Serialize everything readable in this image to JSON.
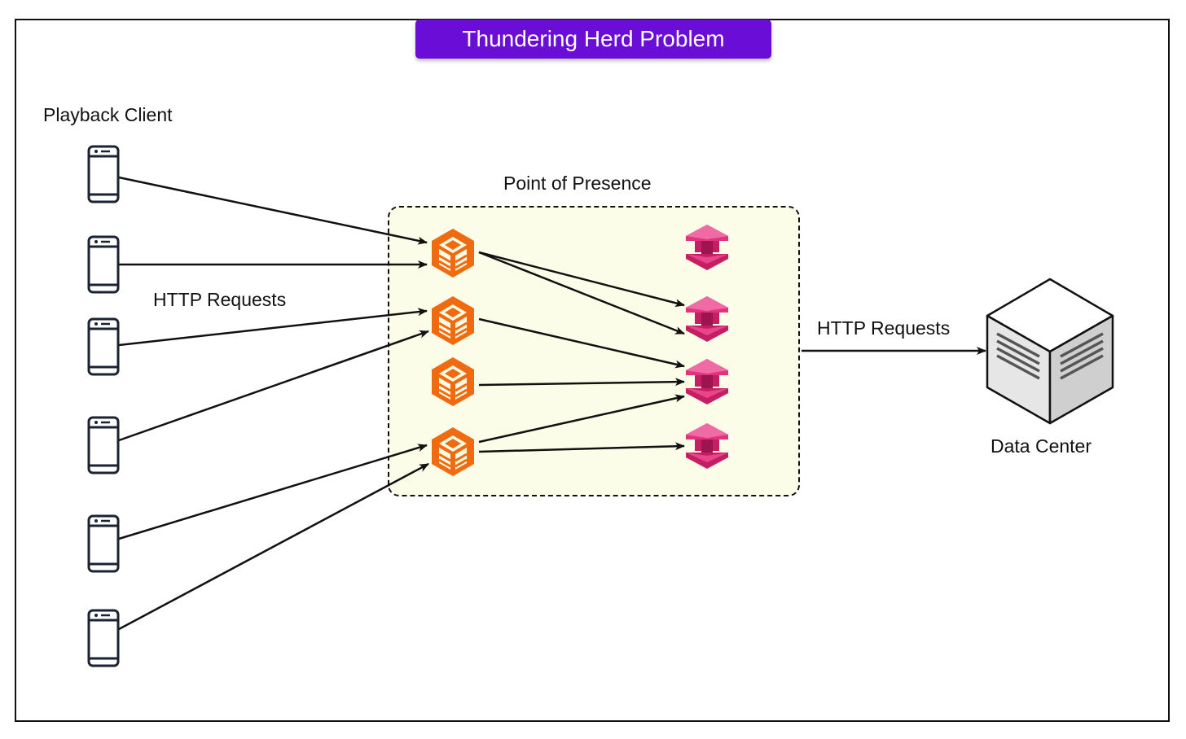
{
  "title": "Thundering Herd Problem",
  "labels": {
    "clients": "Playback Client",
    "http_left": "HTTP Requests",
    "pop": "Point of Presence",
    "http_right": "HTTP Requests",
    "datacenter": "Data Center"
  },
  "icons": {
    "client": "mobile-phone-icon",
    "cache": "cache-server-icon",
    "origin_shield": "origin-shield-icon",
    "datacenter": "server-cube-icon"
  },
  "colors": {
    "title_bg": "#6a0dd6",
    "cache_orange": "#f06a0f",
    "shield_pink": "#d6246e",
    "pop_fill": "#fbfde8"
  }
}
